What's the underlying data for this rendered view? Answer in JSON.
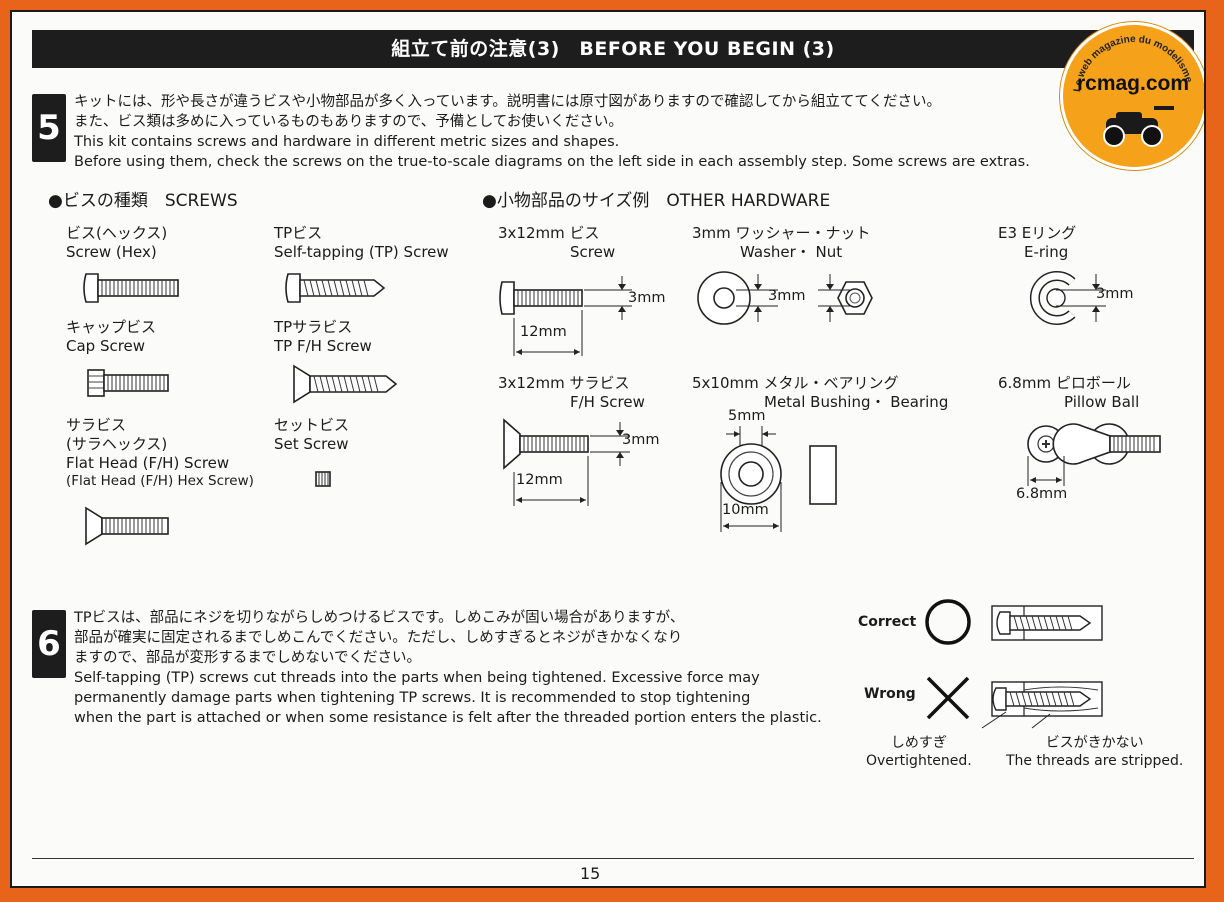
{
  "header": {
    "title": "組立て前の注意(3)　BEFORE YOU BEGIN (3)"
  },
  "logo": {
    "brand": "rcmag.com",
    "tagline": "Le web magazine du modelisme",
    "accent": "#f5a21a"
  },
  "step5": {
    "number": "5",
    "lines": [
      "キットには、形や長さが違うビスや小物部品が多く入っています。説明書には原寸図がありますので確認してから組立ててください。",
      "また、ビス類は多めに入っているものもありますので、予備としてお使いください。",
      "This kit contains screws and hardware in different metric sizes and shapes.",
      "Before using them, check the screws on the true-to-scale diagrams on the left side in each assembly step.  Some screws are extras."
    ]
  },
  "screws": {
    "title": "●ビスの種類　SCREWS",
    "hex": {
      "jp": "ビス(ヘックス)",
      "en": "Screw (Hex)"
    },
    "tp": {
      "jp": "TPビス",
      "en": "Self-tapping (TP) Screw"
    },
    "cap": {
      "jp": "キャップビス",
      "en": "Cap Screw"
    },
    "tpfh": {
      "jp": "TPサラビス",
      "en": "TP F/H Screw"
    },
    "flat": {
      "jp1": "サラビス",
      "jp2": "(サラヘックス)",
      "en": "Flat Head (F/H) Screw",
      "en2": "(Flat Head (F/H) Hex Screw)"
    },
    "set": {
      "jp": "セットビス",
      "en": "Set Screw"
    }
  },
  "hardware": {
    "title": "●小物部品のサイズ例　OTHER HARDWARE",
    "screw": {
      "jp": "3x12mm ビス",
      "en": "Screw",
      "dia": "3mm",
      "len": "12mm"
    },
    "washer": {
      "jp": "3mm ワッシャー・ナット",
      "en": "Washer・ Nut",
      "dia": "3mm"
    },
    "ering": {
      "jp": "E3 Eリング",
      "en": "E-ring",
      "dia": "3mm"
    },
    "fh": {
      "jp": "3x12mm サラビス",
      "en": "F/H Screw",
      "dia": "3mm",
      "len": "12mm"
    },
    "bearing": {
      "jp": "5x10mm メタル・ベアリング",
      "en": "Metal Bushing・ Bearing",
      "inner": "5mm",
      "outer": "10mm"
    },
    "pillow": {
      "jp": "6.8mm ピロボール",
      "en": "Pillow Ball",
      "dia": "6.8mm"
    }
  },
  "step6": {
    "number": "6",
    "lines": [
      "TPビスは、部品にネジを切りながらしめつけるビスです。しめこみが固い場合がありますが、",
      "部品が確実に固定されるまでしめこんでください。ただし、しめすぎるとネジがきかなくなり",
      "ますので、部品が変形するまでしめないでください。",
      "Self-tapping (TP) screws cut threads into the parts when being tightened.  Excessive force may",
      "permanently damage parts when tightening TP screws.  It is recommended to stop tightening",
      "when the part is attached or when some resistance is felt after the threaded portion enters the plastic."
    ],
    "correct": "Correct",
    "wrong": "Wrong",
    "over_jp": "しめすぎ",
    "over_en": "Overtightened.",
    "strip_jp": "ビスがきかない",
    "strip_en": "The threads are stripped."
  },
  "footer": {
    "page": "15"
  }
}
